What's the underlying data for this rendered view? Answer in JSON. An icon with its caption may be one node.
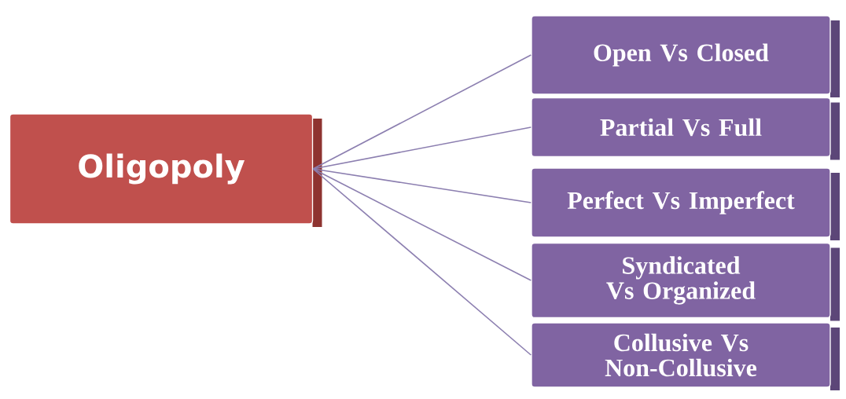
{
  "diagram": {
    "nodes": [
      {
        "text": [
          "Oligopoly"
        ]
      },
      {
        "text": [
          "Open Vs Closed"
        ]
      },
      {
        "text": [
          "Partial Vs Full"
        ]
      },
      {
        "text": [
          "Perfect Vs Imperfect"
        ]
      },
      {
        "text": [
          "Syndicated Vs Organized"
        ]
      },
      {
        "text": [
          "Collusive Vs Non-Collusive"
        ]
      }
    ],
    "edges": [
      {
        "from": 0,
        "to": 1,
        "arrow": "none"
      },
      {
        "from": 0,
        "to": 2,
        "arrow": "none"
      },
      {
        "from": 0,
        "to": 3,
        "arrow": "none"
      },
      {
        "from": 0,
        "to": 4,
        "arrow": "none"
      },
      {
        "from": 0,
        "to": 5,
        "arrow": "none"
      }
    ]
  }
}
